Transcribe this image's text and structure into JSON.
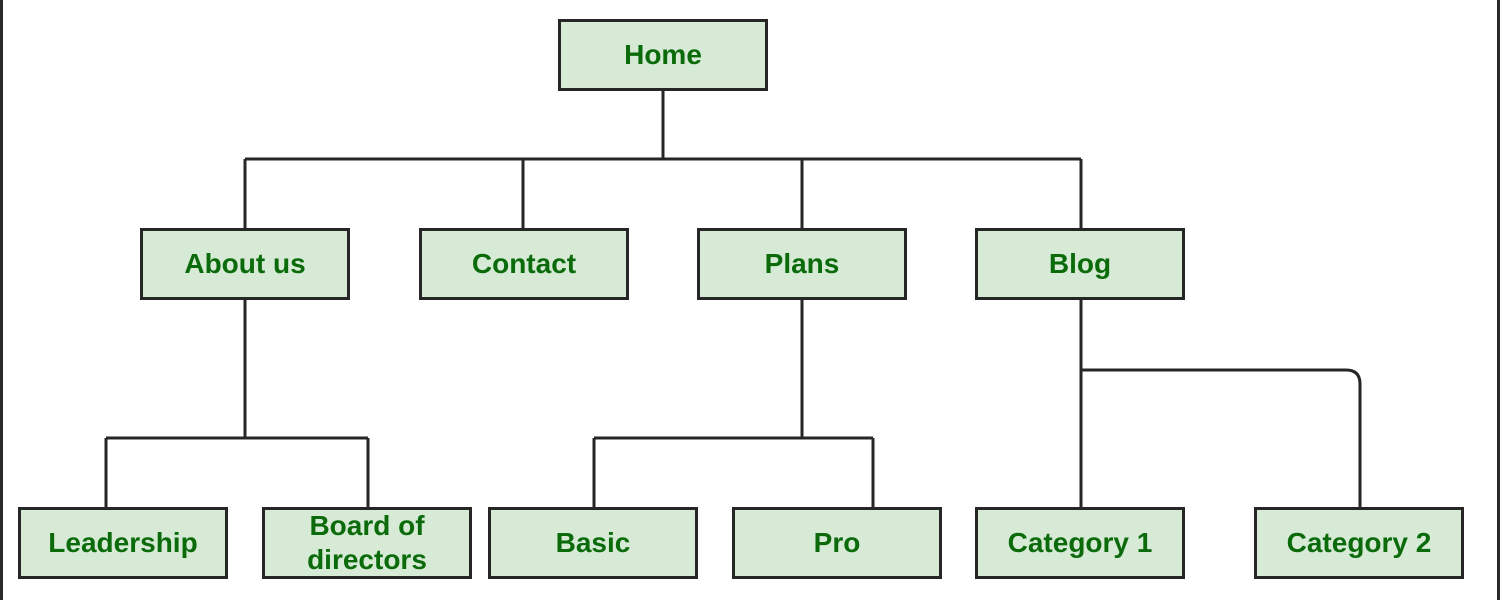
{
  "nodes": {
    "home": "Home",
    "about": "About us",
    "contact": "Contact",
    "plans": "Plans",
    "blog": "Blog",
    "leadership": "Leadership",
    "board_line1": "Board of",
    "board_line2": "directors",
    "basic": "Basic",
    "pro": "Pro",
    "category1": "Category 1",
    "category2": "Category 2"
  },
  "colors": {
    "node_fill": "#d6ead6",
    "node_text": "#0b6b0b",
    "line": "#262626"
  }
}
